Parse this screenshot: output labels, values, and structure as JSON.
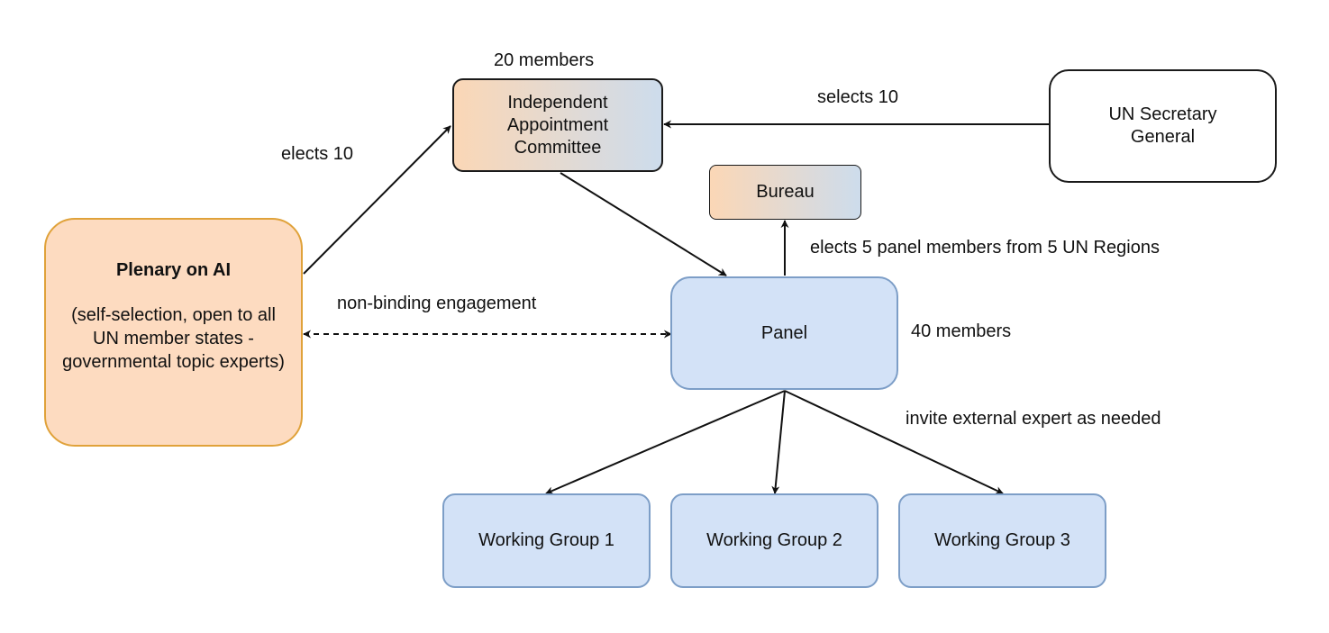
{
  "nodes": {
    "committee": {
      "label": "Independent Appointment Committee",
      "caption": "20 members"
    },
    "secretary": {
      "label": "UN Secretary General"
    },
    "bureau": {
      "label": "Bureau"
    },
    "plenary": {
      "title": "Plenary on AI",
      "description": "(self-selection, open to all UN member states - governmental topic experts)"
    },
    "panel": {
      "label": "Panel",
      "caption": "40 members"
    },
    "wg1": {
      "label": "Working Group 1"
    },
    "wg2": {
      "label": "Working Group 2"
    },
    "wg3": {
      "label": "Working Group 3"
    }
  },
  "edges": {
    "plenary_to_committee": "elects 10",
    "secretary_to_committee": "selects 10",
    "committee_to_panel": "",
    "panel_to_bureau": "elects 5 panel members from 5 UN Regions",
    "plenary_panel": "non-binding engagement",
    "panel_to_groups": "invite external expert as needed"
  },
  "colors": {
    "orange_fill": "#fddbc0",
    "orange_border": "#e0a23a",
    "blue_fill": "#d3e2f7",
    "blue_border": "#7d9ec7",
    "gradient_from": "#fbd7b6",
    "gradient_to": "#cddcec"
  }
}
